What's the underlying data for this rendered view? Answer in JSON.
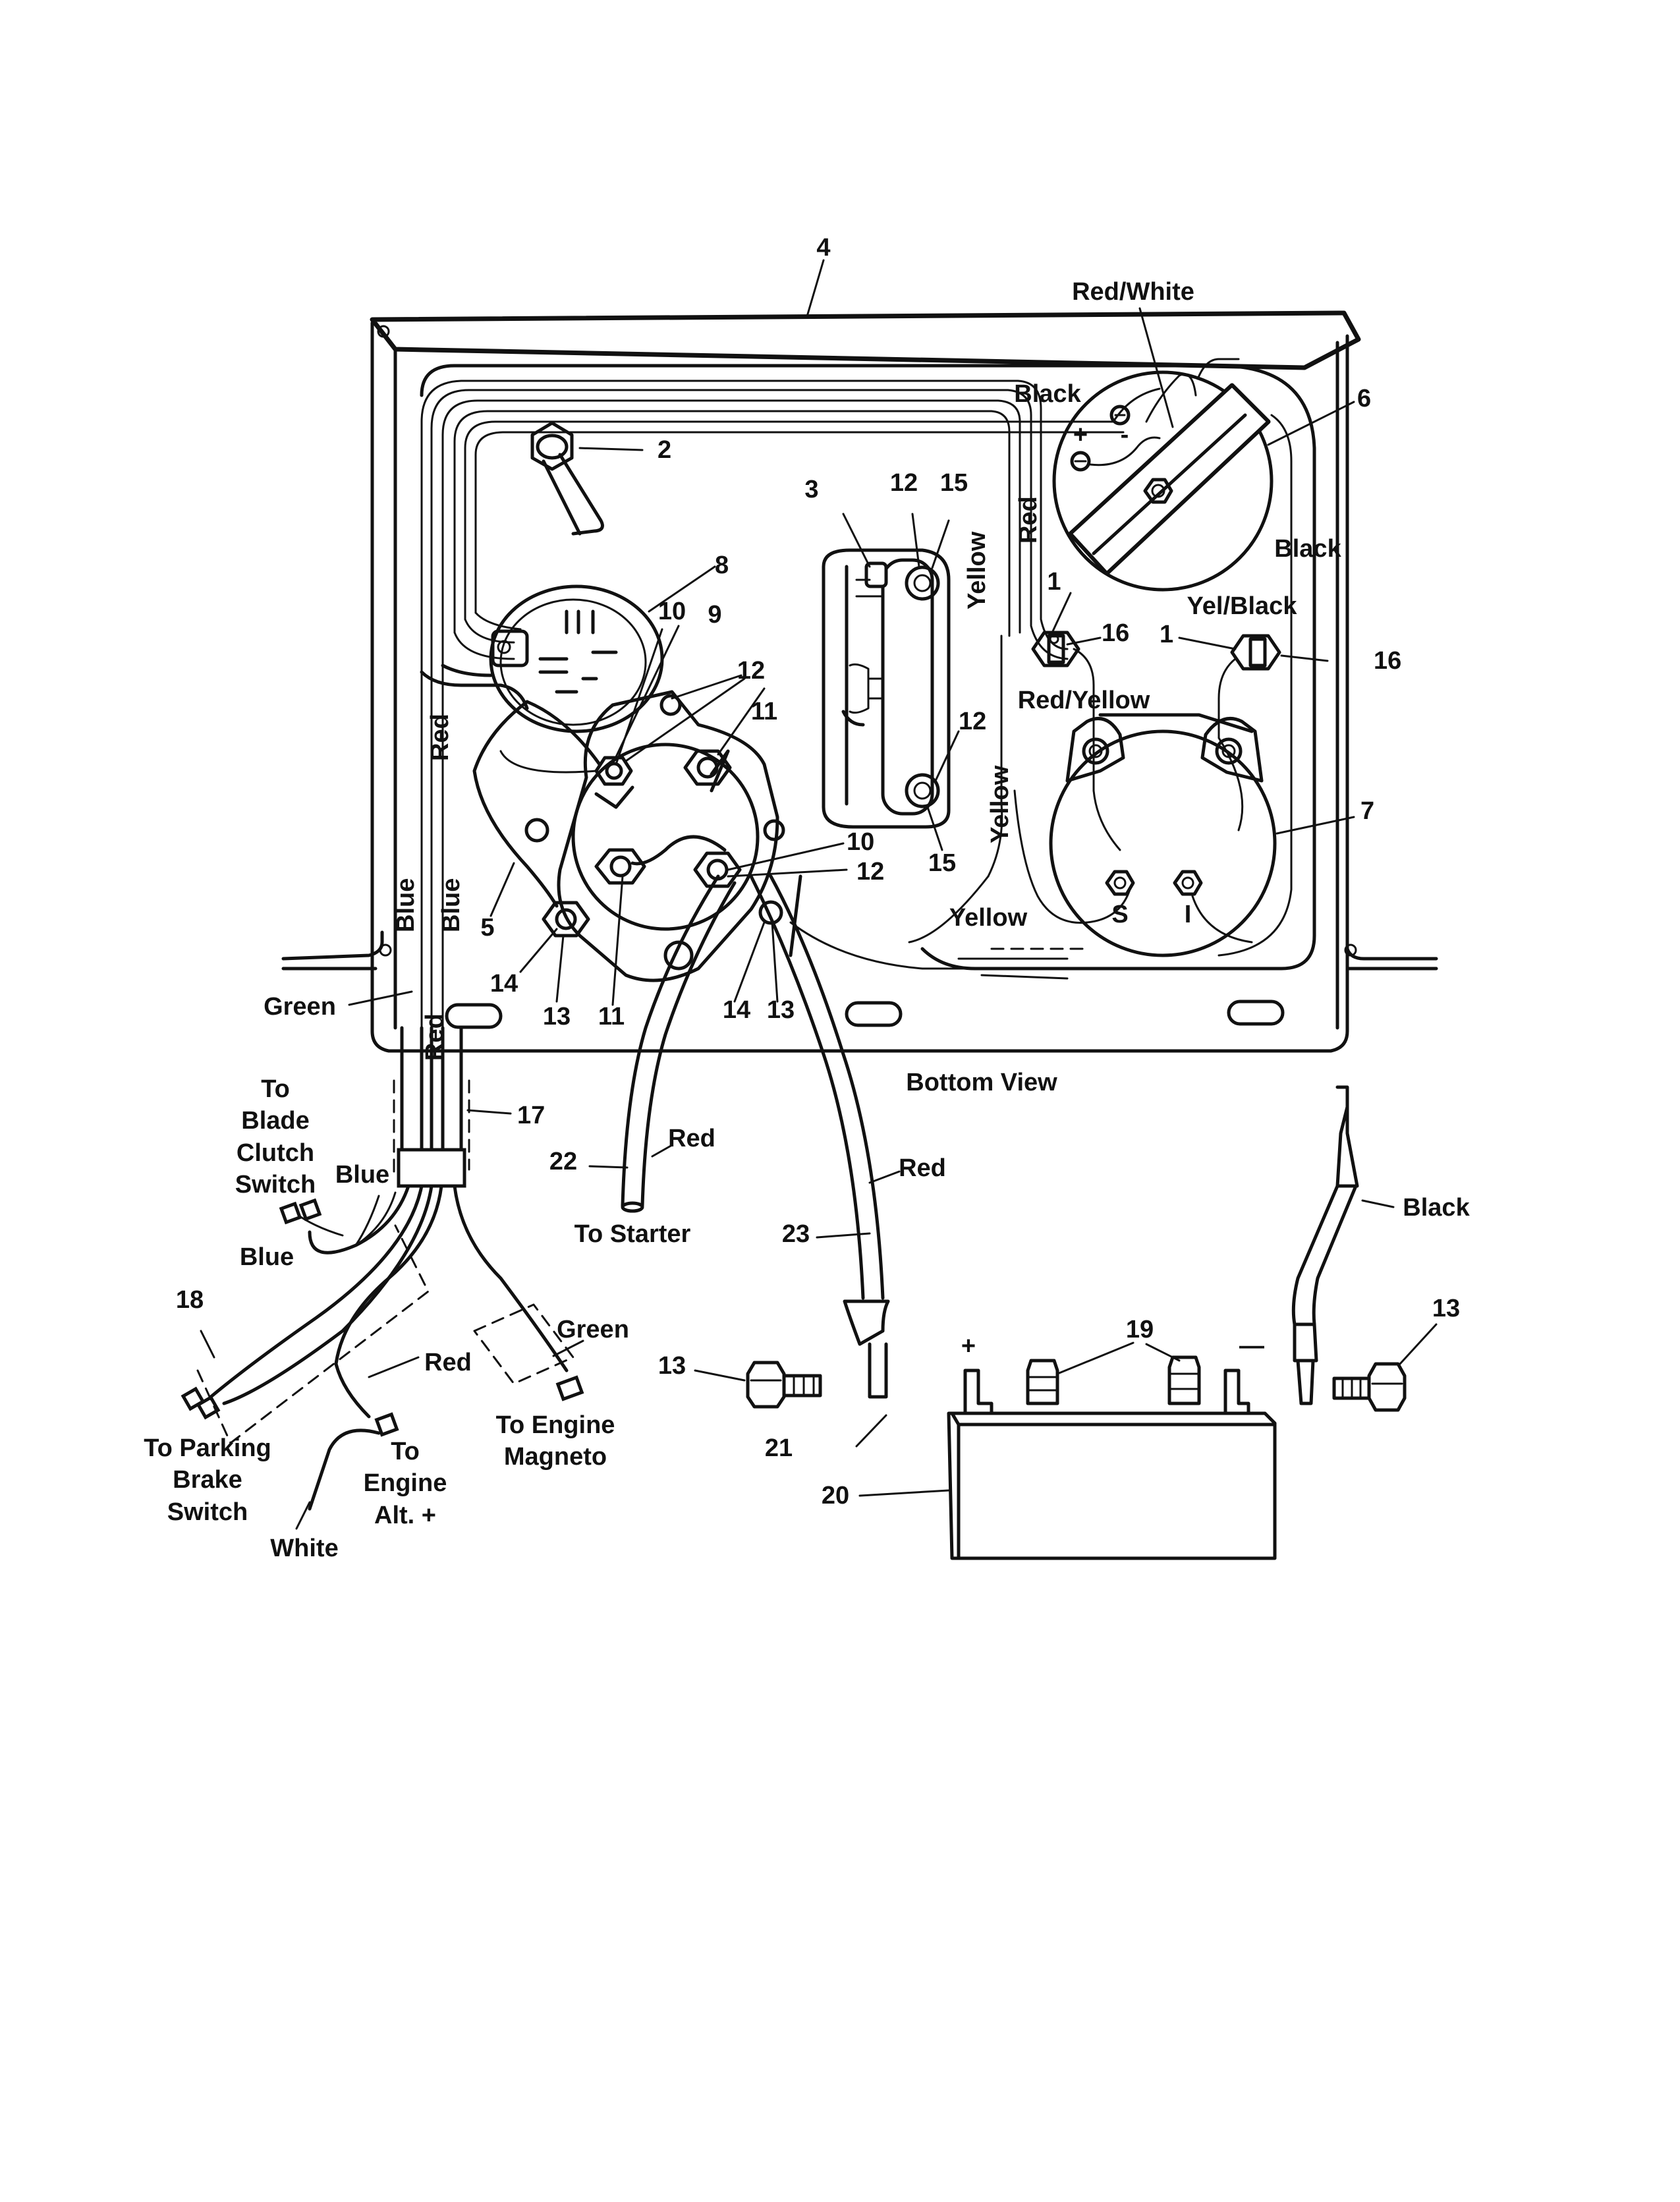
{
  "diagram": {
    "view_label": "Bottom View",
    "callouts": {
      "c1a": "1",
      "c1b": "1",
      "c2": "2",
      "c3": "3",
      "c4": "4",
      "c5": "5",
      "c6": "6",
      "c7": "7",
      "c8": "8",
      "c9": "9",
      "c10a": "10",
      "c10b": "10",
      "c11a": "11",
      "c11b": "11",
      "c12a": "12",
      "c12b": "12",
      "c12c": "12",
      "c12d": "12",
      "c13a": "13",
      "c13b": "13",
      "c13c": "13",
      "c13d": "13",
      "c14a": "14",
      "c14b": "14",
      "c15a": "15",
      "c15b": "15",
      "c16a": "16",
      "c16b": "16",
      "c17": "17",
      "c18": "18",
      "c19": "19",
      "c20": "20",
      "c21": "21",
      "c22": "22",
      "c23": "23"
    },
    "wire_labels": {
      "red_white": "Red/White",
      "black_top": "Black",
      "black_right": "Black",
      "red_vertical": "Red",
      "yellow_upper": "Yellow",
      "yellow_lower": "Yellow",
      "yellow_bottom": "Yellow",
      "red_yellow": "Red/Yellow",
      "yel_black": "Yel/Black",
      "red_left": "Red",
      "blue_a": "Blue",
      "blue_b": "Blue",
      "red_harness": "Red",
      "green_left": "Green",
      "red_22": "Red",
      "red_23": "Red",
      "black_cable": "Black",
      "blue_clutch": "Blue",
      "blue_parking": "Blue",
      "red_alt": "Red",
      "green_magneto": "Green",
      "white": "White"
    },
    "destinations": {
      "blade_clutch": [
        "To",
        "Blade",
        "Clutch",
        "Switch"
      ],
      "starter": "To Starter",
      "parking_brake": [
        "To Parking",
        "Brake",
        "Switch"
      ],
      "engine_alt": [
        "To",
        "Engine",
        "Alt. +"
      ],
      "engine_magneto": [
        "To Engine",
        "Magneto"
      ]
    },
    "terminal_marks": {
      "plus_meter": "+",
      "minus_meter": "-",
      "s": "S",
      "i": "I",
      "batt_plus": "+",
      "batt_minus": "—"
    }
  }
}
